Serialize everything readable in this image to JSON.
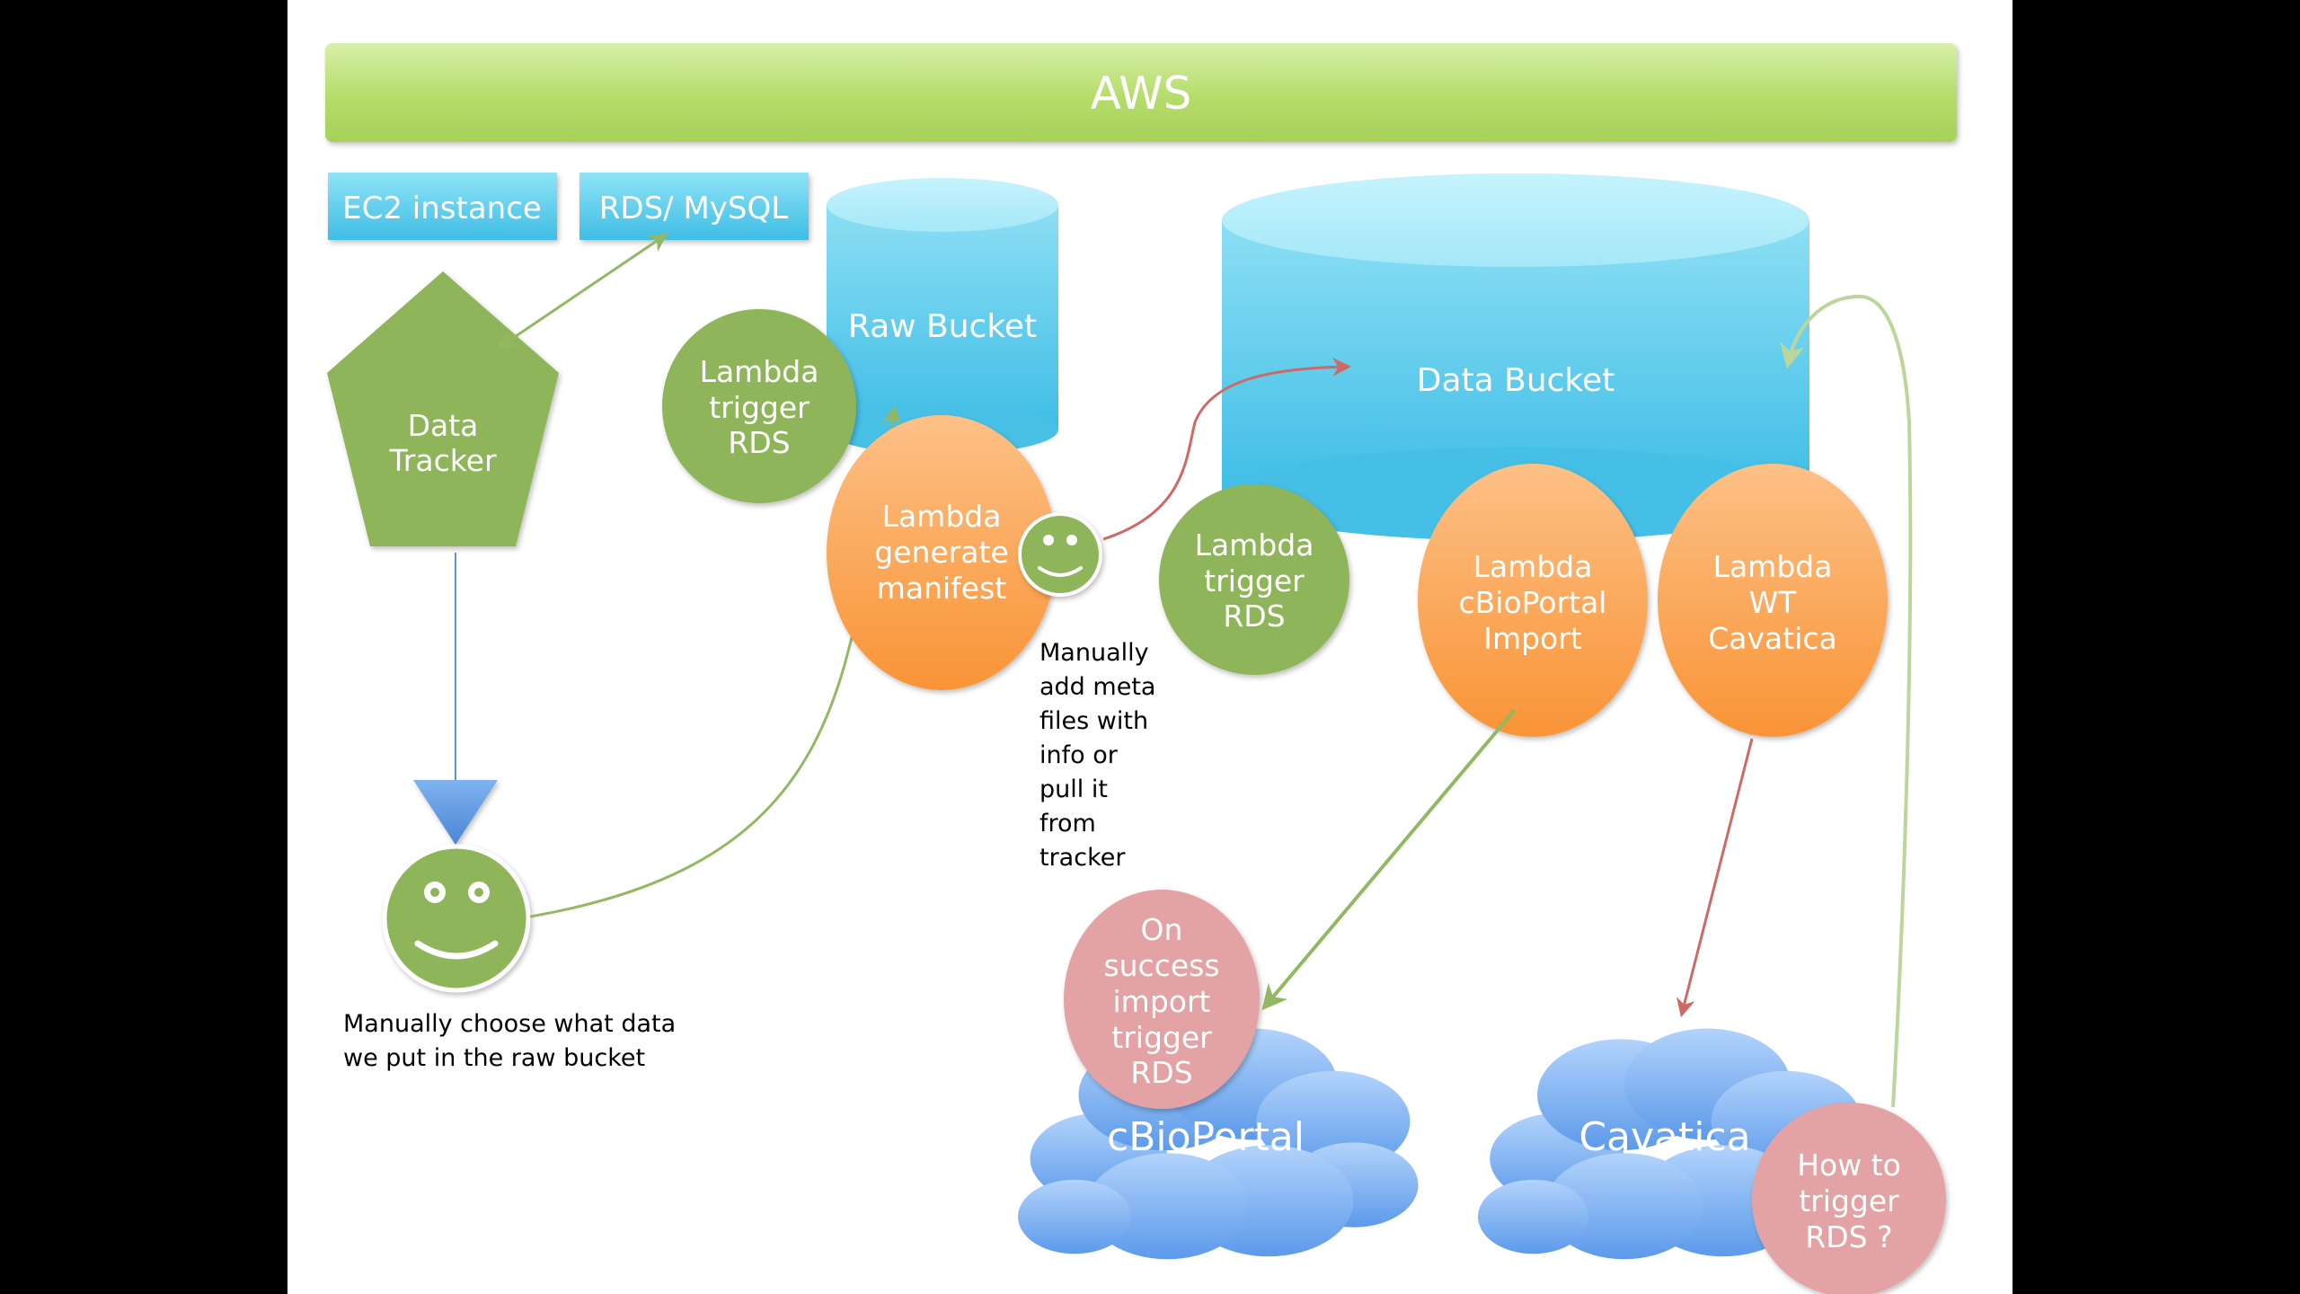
{
  "banner": {
    "title": "AWS",
    "color": "#b5dc6a"
  },
  "boxes": {
    "ec2": "EC2 instance",
    "rds": "RDS/ MySQL"
  },
  "data_tracker": {
    "line1": "Data",
    "line2": "Tracker"
  },
  "raw_bucket": {
    "label": "Raw Bucket"
  },
  "data_bucket": {
    "label": "Data Bucket"
  },
  "lambda_trigger_rds_1": {
    "line1": "Lambda",
    "line2": "trigger",
    "line3": "RDS"
  },
  "lambda_generate_manifest": {
    "line1": "Lambda",
    "line2": "generate",
    "line3": "manifest"
  },
  "lambda_trigger_rds_2": {
    "line1": "Lambda",
    "line2": "trigger",
    "line3": "RDS"
  },
  "lambda_cbioportal_import": {
    "line1": "Lambda",
    "line2": "cBioPortal",
    "line3": "Import"
  },
  "lambda_wt_cavatica": {
    "line1": "Lambda",
    "line2": "WT",
    "line3": "Cavatica"
  },
  "notes": {
    "manual_meta": [
      "Manually",
      "add meta",
      "files with",
      "info or",
      "pull it",
      "from",
      "tracker"
    ],
    "manual_choose": [
      "Manually choose what data",
      "we put in the raw bucket"
    ]
  },
  "clouds": {
    "cbioportal": "cBioPortal",
    "cavatica": "Cavatica"
  },
  "on_success": {
    "line1": "On",
    "line2": "success",
    "line3": "import",
    "line4": "trigger",
    "line5": "RDS"
  },
  "how_to_trigger": {
    "line1": "How to",
    "line2": "trigger",
    "line3": "RDS ?"
  },
  "colors": {
    "green_node": "#8fb55a",
    "orange_node": "#f9a04f",
    "pink_node": "#e3a2a4",
    "cyan_bucket": "#55c6e6",
    "cloud_blue": "#76aef1",
    "arrow_green": "#92b961",
    "arrow_red": "#cd6a65",
    "arrow_blue": "#5e92d8"
  }
}
